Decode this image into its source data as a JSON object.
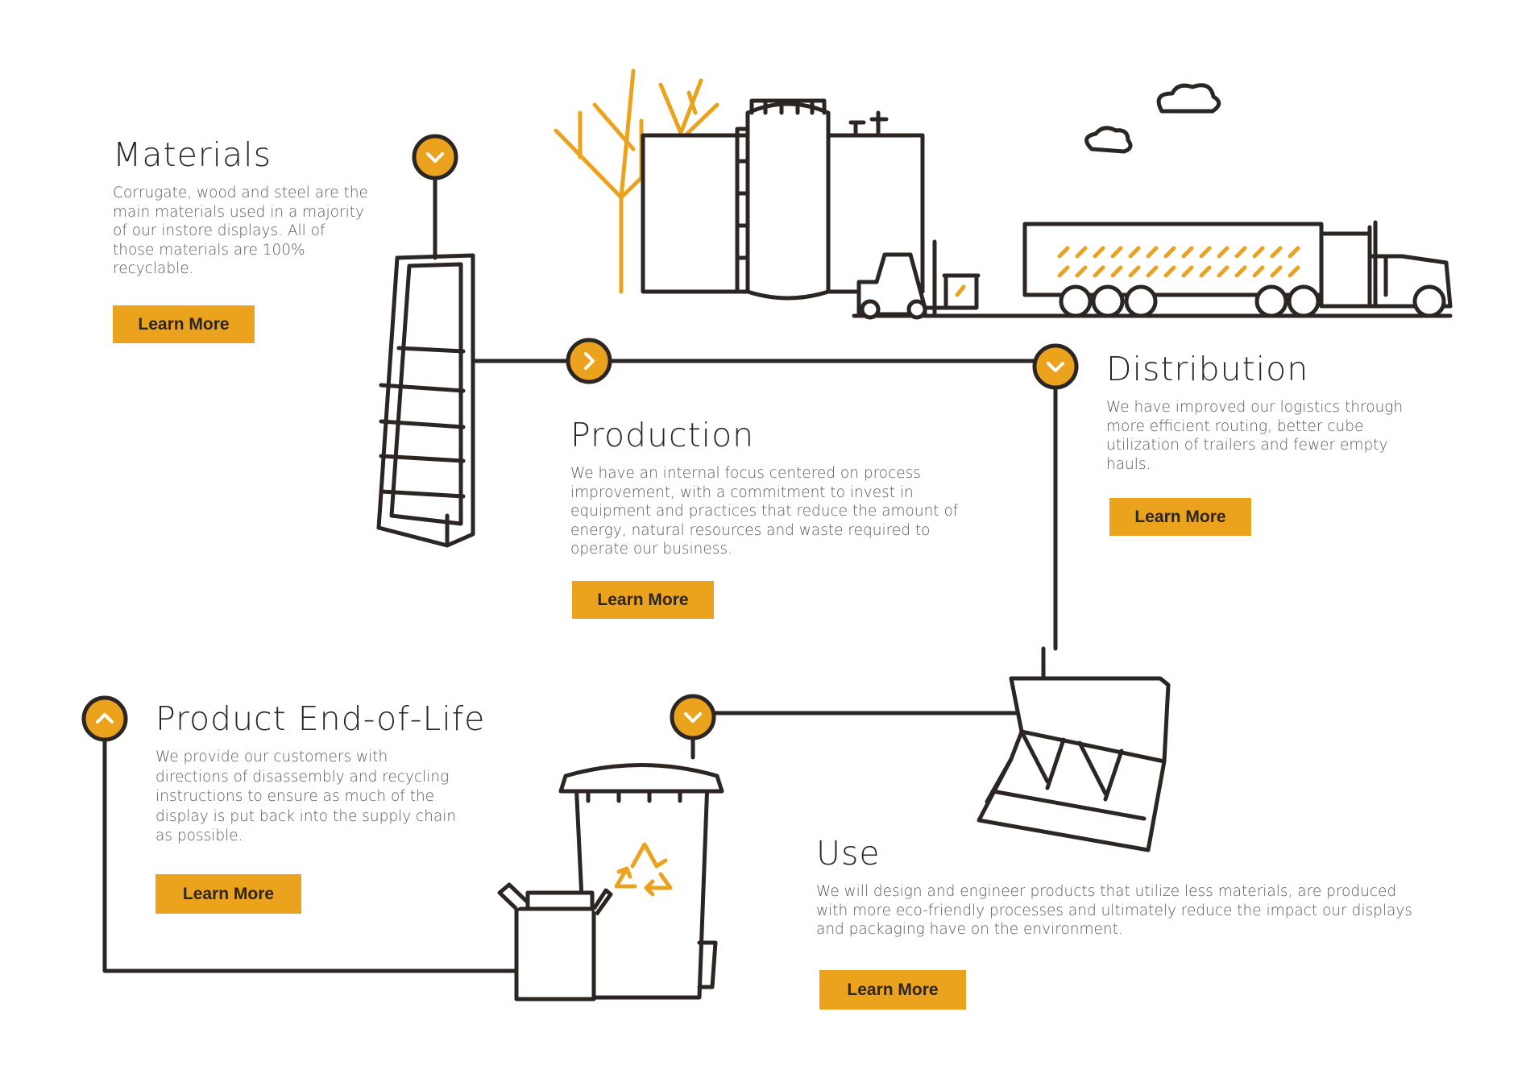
{
  "colors": {
    "accent": "#eba21d",
    "line": "#2b2523",
    "text": "#5c5856"
  },
  "sections": {
    "materials": {
      "title": "Materials",
      "body": "Corrugate, wood and steel are the main materials used in a majority of our instore displays. All of those materials are 100% recyclable.",
      "button": "Learn More"
    },
    "production": {
      "title": "Production",
      "body": "We have an internal focus centered on process improvement, with a commitment to invest in equipment and practices that reduce the amount of energy, natural resources and waste required to operate our business.",
      "button": "Learn More"
    },
    "distribution": {
      "title": "Distribution",
      "body": "We have improved our logistics through more efficient routing, better cube utilization of trailers and fewer empty hauls.",
      "button": "Learn More"
    },
    "use": {
      "title": "Use",
      "body": "We will design and engineer products that utilize less materials, are produced with more eco-friendly processes and ultimately reduce the impact our displays and packaging have on the environment.",
      "button": "Learn More"
    },
    "end_of_life": {
      "title": "Product End-of-Life",
      "body": "We provide our customers with directions of disassembly and recycling instructions to ensure as much of the display is put back into the supply chain as possible.",
      "button": "Learn More"
    }
  },
  "icons": {
    "materials_node": "chevron-down-icon",
    "production_node": "chevron-right-icon",
    "distribution_node": "chevron-down-icon",
    "use_node": "chevron-down-icon",
    "end_of_life_node": "chevron-up-icon"
  }
}
